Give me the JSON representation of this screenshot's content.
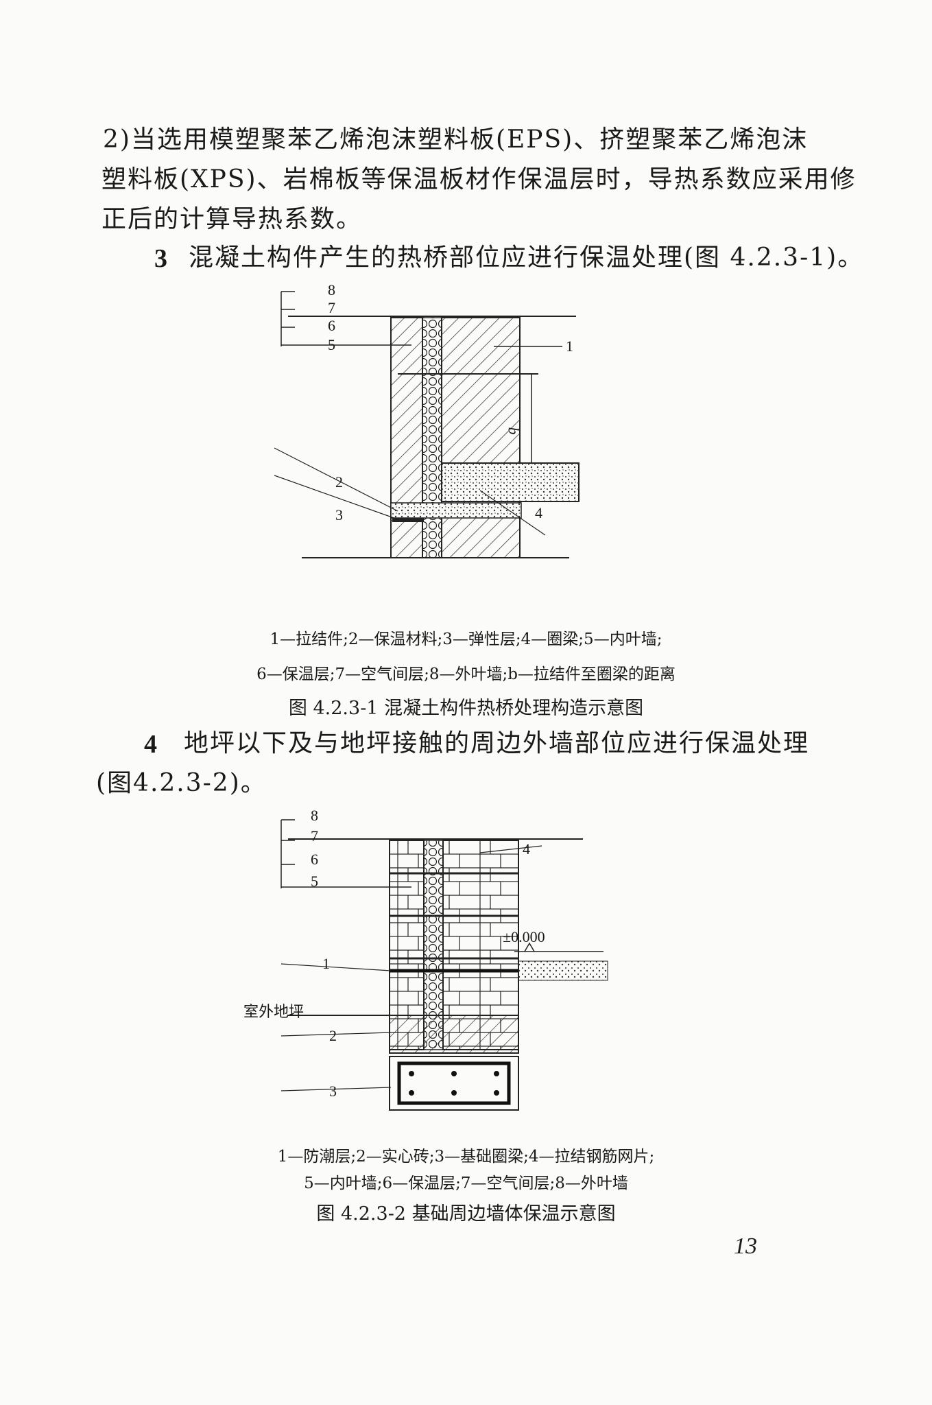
{
  "paragraphs": {
    "p2_line1": "2)当选用模塑聚苯乙烯泡沫塑料板(EPS)、挤塑聚苯乙烯泡沫",
    "p2_line2": "塑料板(XPS)、岩棉板等保温板材作保温层时，导热系数应采用修",
    "p2_line3": "正后的计算导热系数。",
    "item3_num": "3",
    "item3_text": "混凝土构件产生的热桥部位应进行保温处理(图 4.2.3-1)。",
    "item4_num": "4",
    "item4_line1": "地坪以下及与地坪接触的周边外墙部位应进行保温处理",
    "item4_line2": "(图4.2.3-2)。"
  },
  "figure1": {
    "labels": [
      "1",
      "2",
      "3",
      "4",
      "5",
      "6",
      "7",
      "8"
    ],
    "dim_label": "b",
    "legend_line1": "1—拉结件;2—保温材料;3—弹性层;4—圈梁;5—内叶墙;",
    "legend_line2": "6—保温层;7—空气间层;8—外叶墙;b—拉结件至圈梁的距离",
    "title": "图 4.2.3-1  混凝土构件热桥处理构造示意图"
  },
  "figure2": {
    "labels": [
      "1",
      "2",
      "3",
      "4",
      "5",
      "6",
      "7",
      "8"
    ],
    "elevation": "±0.000",
    "ground_label": "室外地坪",
    "legend_line1": "1—防潮层;2—实心砖;3—基础圈梁;4—拉结钢筋网片;",
    "legend_line2": "5—内叶墙;6—保温层;7—空气间层;8—外叶墙",
    "title": "图 4.2.3-2  基础周边墙体保温示意图"
  },
  "page_number": "13"
}
